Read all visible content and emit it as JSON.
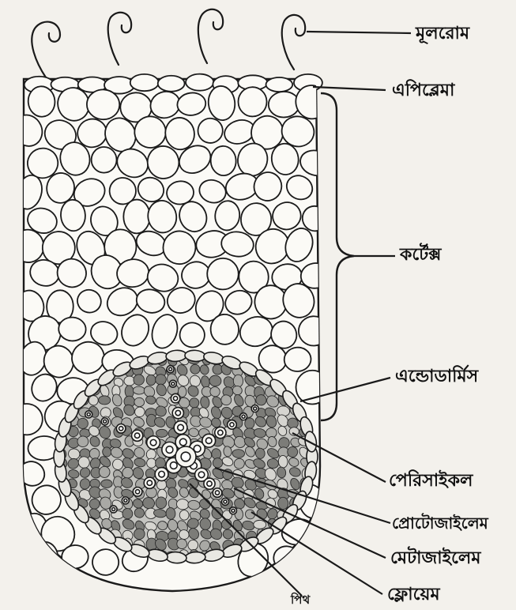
{
  "diagram": {
    "labels": {
      "root_hair": "মূলরোম",
      "epiblema": "এপিব্লেমা",
      "cortex": "কর্টেক্স",
      "endodermis": "এন্ডোডার্মিস",
      "pericycle": "পেরিসাইকল",
      "protoxylem": "প্রোটোজাইলেম",
      "metaxylem": "মেটাজাইলেম",
      "phloem": "ফ্লোয়েম",
      "pith": "পিথ"
    },
    "colors": {
      "ink": "#1a1a1a",
      "paper": "#f3f1ec",
      "stele_shade": "#8d8d8d"
    }
  }
}
